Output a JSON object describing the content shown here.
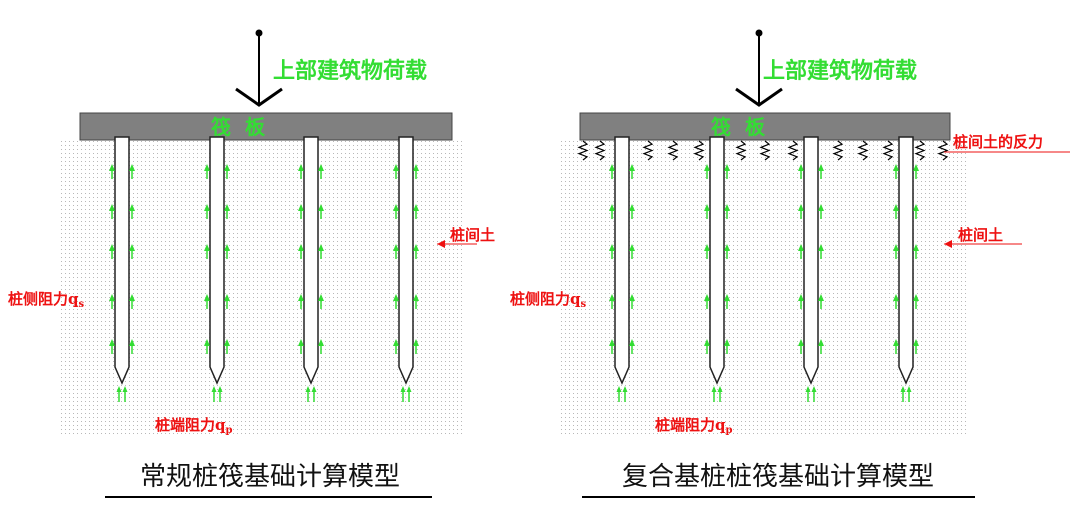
{
  "colors": {
    "raft": "#808080",
    "soil_dot": "#b8b8b8",
    "arrow_green": "#33dd33",
    "label_red": "#ee1111",
    "pile_outline": "#222222"
  },
  "left_model": {
    "load_label": "上部建筑物荷载",
    "raft_label": "筏  板",
    "soil_label": "桩间土",
    "side_resistance_label": "桩侧阻力q",
    "side_resistance_sub": "s",
    "tip_resistance_label": "桩端阻力q",
    "tip_resistance_sub": "p",
    "title": "常规桩筏基础计算模型"
  },
  "right_model": {
    "load_label": "上部建筑物荷载",
    "raft_label": "筏  板",
    "soil_reaction_label": "桩间土的反力",
    "soil_label": "桩间土",
    "side_resistance_label": "桩侧阻力q",
    "side_resistance_sub": "s",
    "tip_resistance_label": "桩端阻力q",
    "tip_resistance_sub": "p",
    "title": "复合基桩桩筏基础计算模型"
  }
}
